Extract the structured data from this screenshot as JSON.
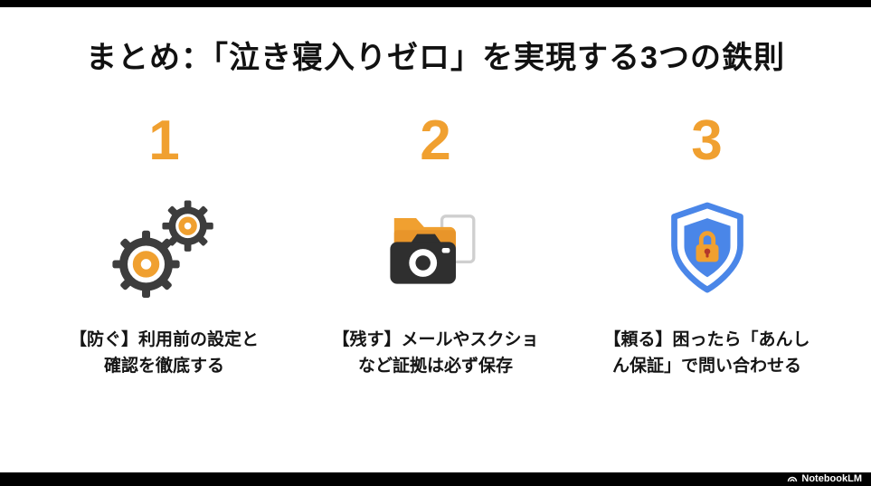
{
  "slide": {
    "title": "まとめ：「泣き寝入りゼロ」を実現する3つの鉄則",
    "items": [
      {
        "number": "1",
        "icon": "gears-icon",
        "lines": [
          "【防ぐ】利用前の設定と",
          "確認を徹底する"
        ]
      },
      {
        "number": "2",
        "icon": "camera-folder-icon",
        "lines": [
          "【残す】メールやスクショ",
          "など証拠は必ず保存"
        ]
      },
      {
        "number": "3",
        "icon": "shield-lock-icon",
        "lines": [
          "【頼る】困ったら「あんし",
          "ん保証」で問い合わせる"
        ]
      }
    ],
    "footer": {
      "watermark": "NotebookLM"
    },
    "colors": {
      "accent_orange": "#F0A030",
      "shield_blue": "#4A86E8",
      "icon_dark": "#333333"
    }
  }
}
